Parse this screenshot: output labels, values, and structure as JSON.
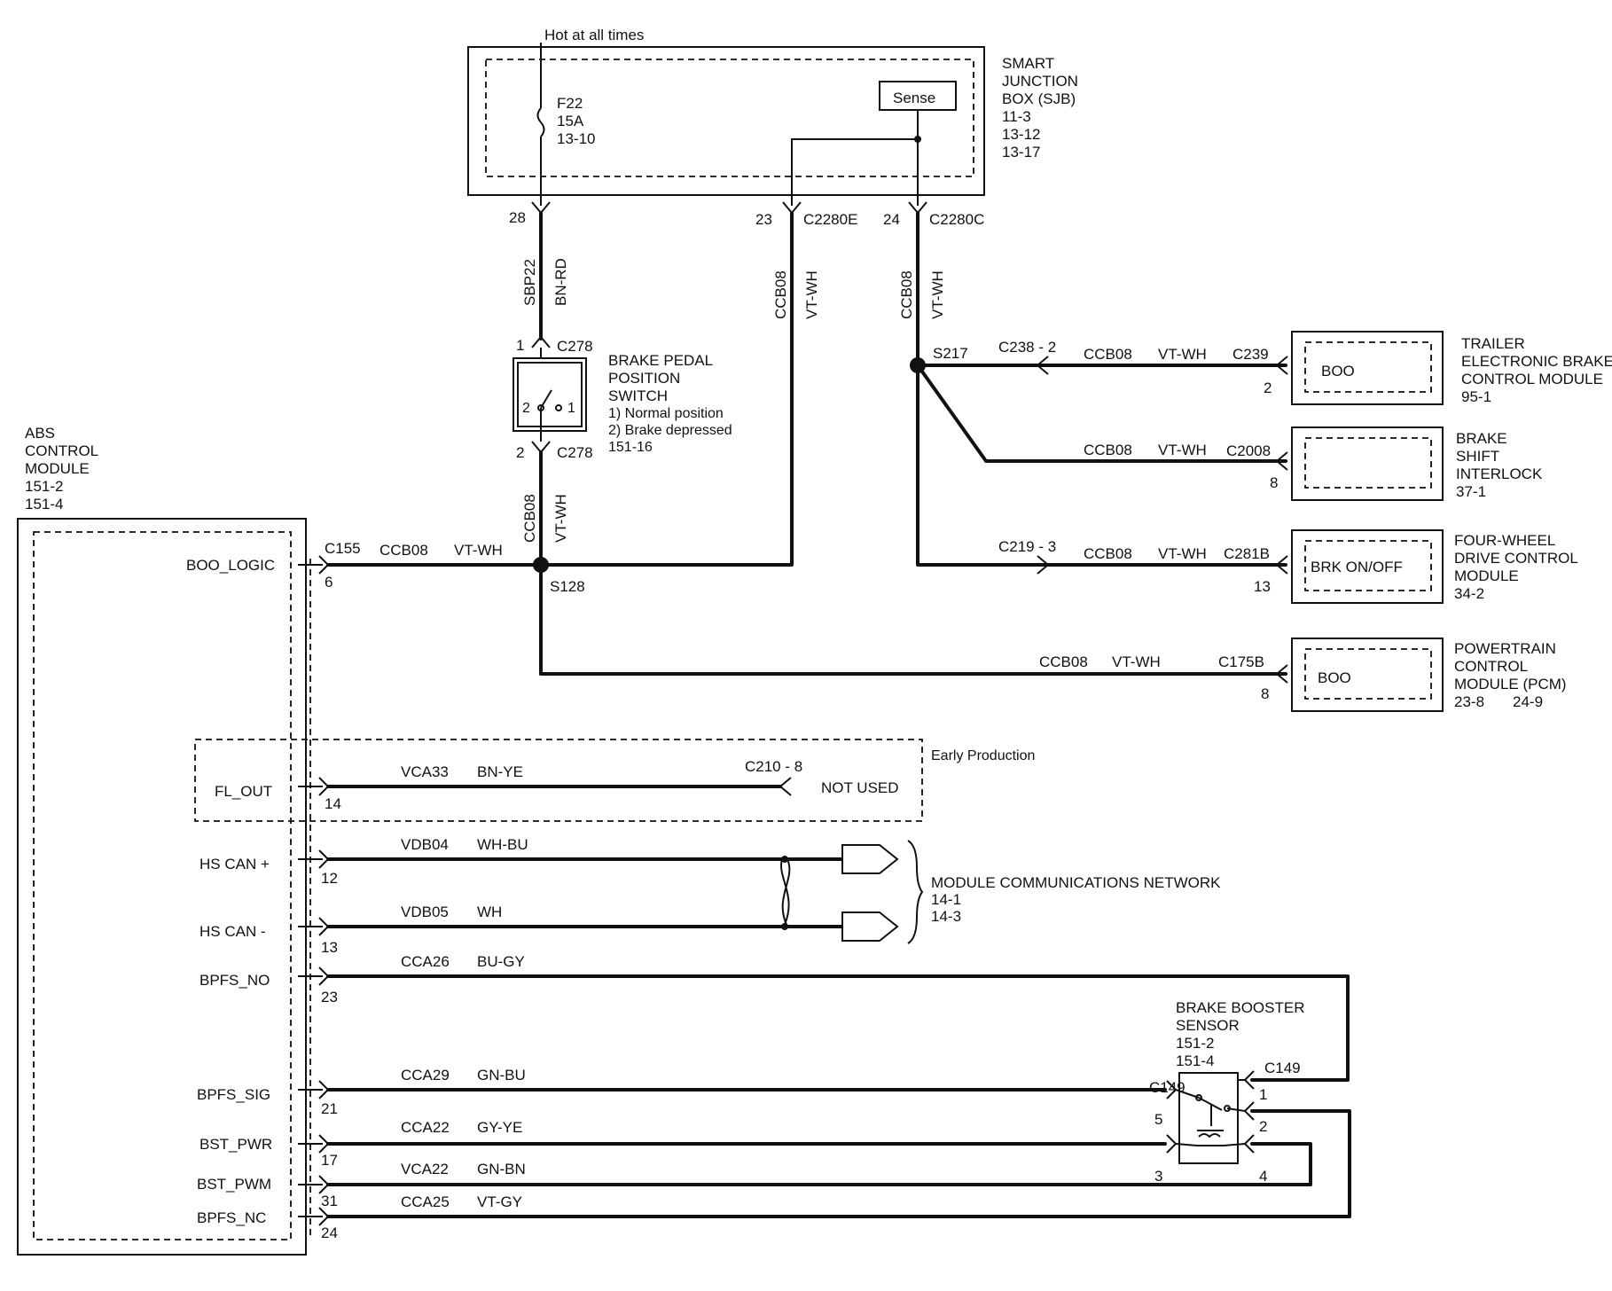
{
  "sjb": {
    "hot_label": "Hot at all times",
    "title": [
      "SMART",
      "JUNCTION",
      "BOX (SJB)",
      "11-3",
      "13-12",
      "13-17"
    ],
    "fuse": [
      "F22",
      "15A",
      "13-10"
    ],
    "sense": "Sense",
    "pin28": "28",
    "pin23": "23",
    "pin24": "24",
    "conn_e": "C2280E",
    "conn_c": "C2280C"
  },
  "wires": {
    "sbp22": "SBP22",
    "bn_rd": "BN-RD",
    "ccb08": "CCB08",
    "vt_wh": "VT-WH"
  },
  "bpp_switch": {
    "title": [
      "BRAKE PEDAL",
      "POSITION",
      "SWITCH",
      "1) Normal position",
      "2) Brake depressed",
      "151-16"
    ],
    "pin1": "1",
    "pin2": "2",
    "conn": "C278",
    "inner1": "1",
    "inner2": "2"
  },
  "splices": {
    "s217": "S217",
    "s128": "S128"
  },
  "trailer": {
    "title": [
      "TRAILER",
      "ELECTRONIC BRAKE",
      "CONTROL MODULE",
      "95-1"
    ],
    "conn_a": "C238 - 2",
    "conn_b": "C239",
    "pin": "2",
    "inner": "BOO"
  },
  "shift_interlock": {
    "title": [
      "BRAKE",
      "SHIFT",
      "INTERLOCK",
      "37-1"
    ],
    "conn": "C2008",
    "pin": "8"
  },
  "fwd": {
    "title": [
      "FOUR-WHEEL",
      "DRIVE CONTROL",
      "MODULE",
      "34-2"
    ],
    "conn_a": "C219 - 3",
    "conn_b": "C281B",
    "pin": "13",
    "inner": "BRK ON/OFF"
  },
  "pcm": {
    "title": [
      "POWERTRAIN",
      "CONTROL",
      "MODULE (PCM)",
      "23-8",
      "24-9"
    ],
    "conn": "C175B",
    "pin": "8",
    "inner": "BOO"
  },
  "abs": {
    "title": [
      "ABS",
      "CONTROL",
      "MODULE",
      "151-2",
      "151-4"
    ],
    "boo_logic": "BOO_LOGIC",
    "c155": "C155",
    "pin6": "6",
    "fl_out": "FL_OUT",
    "pin14": "14",
    "hs_can_p": "HS CAN +",
    "pin12": "12",
    "hs_can_m": "HS CAN -",
    "pin13": "13",
    "bpfs_no": "BPFS_NO",
    "pin23": "23",
    "bpfs_sig": "BPFS_SIG",
    "pin21": "21",
    "bst_pwr": "BST_PWR",
    "pin17": "17",
    "bst_pwm": "BST_PWM",
    "pin31": "31",
    "bpfs_nc": "BPFS_NC",
    "pin24": "24"
  },
  "early": {
    "label": "Early Production",
    "wire": "VCA33",
    "color": "BN-YE",
    "conn": "C210 - 8",
    "not_used": "NOT USED"
  },
  "network": {
    "title": [
      "MODULE COMMUNICATIONS NETWORK",
      "14-1",
      "14-3"
    ],
    "vdb04": "VDB04",
    "wh_bu": "WH-BU",
    "vdb05": "VDB05",
    "wh": "WH"
  },
  "booster_wires": {
    "cca26": "CCA26",
    "bu_gy": "BU-GY",
    "cca29": "CCA29",
    "gn_bu": "GN-BU",
    "cca22a": "CCA22",
    "gy_ye": "GY-YE",
    "vca22": "VCA22",
    "gn_bn": "GN-BN",
    "cca25": "CCA25",
    "vt_gy": "VT-GY"
  },
  "booster": {
    "title": [
      "BRAKE  BOOSTER",
      "SENSOR",
      "151-2",
      "151-4"
    ],
    "conn_l": "C149",
    "conn_r": "C149",
    "pin1": "1",
    "pin2": "2",
    "pin3": "3",
    "pin4": "4",
    "pin5": "5"
  }
}
